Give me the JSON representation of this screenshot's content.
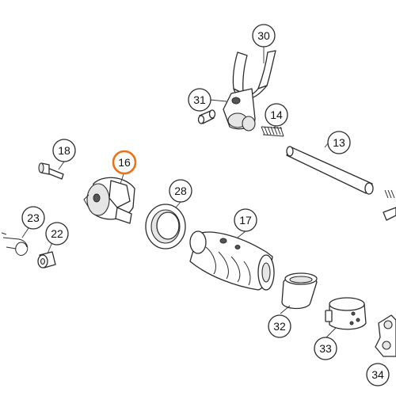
{
  "colors": {
    "stroke": "#2b2b2b",
    "highlight": "#e8731a",
    "background": "#ffffff"
  },
  "callouts": [
    {
      "label": "30",
      "highlighted": false
    },
    {
      "label": "31",
      "highlighted": false
    },
    {
      "label": "14",
      "highlighted": false
    },
    {
      "label": "13",
      "highlighted": false
    },
    {
      "label": "18",
      "highlighted": false
    },
    {
      "label": "16",
      "highlighted": true
    },
    {
      "label": "28",
      "highlighted": false
    },
    {
      "label": "23",
      "highlighted": false
    },
    {
      "label": "22",
      "highlighted": false
    },
    {
      "label": "17",
      "highlighted": false
    },
    {
      "label": "32",
      "highlighted": false
    },
    {
      "label": "33",
      "highlighted": false
    },
    {
      "label": "34",
      "highlighted": false
    }
  ]
}
